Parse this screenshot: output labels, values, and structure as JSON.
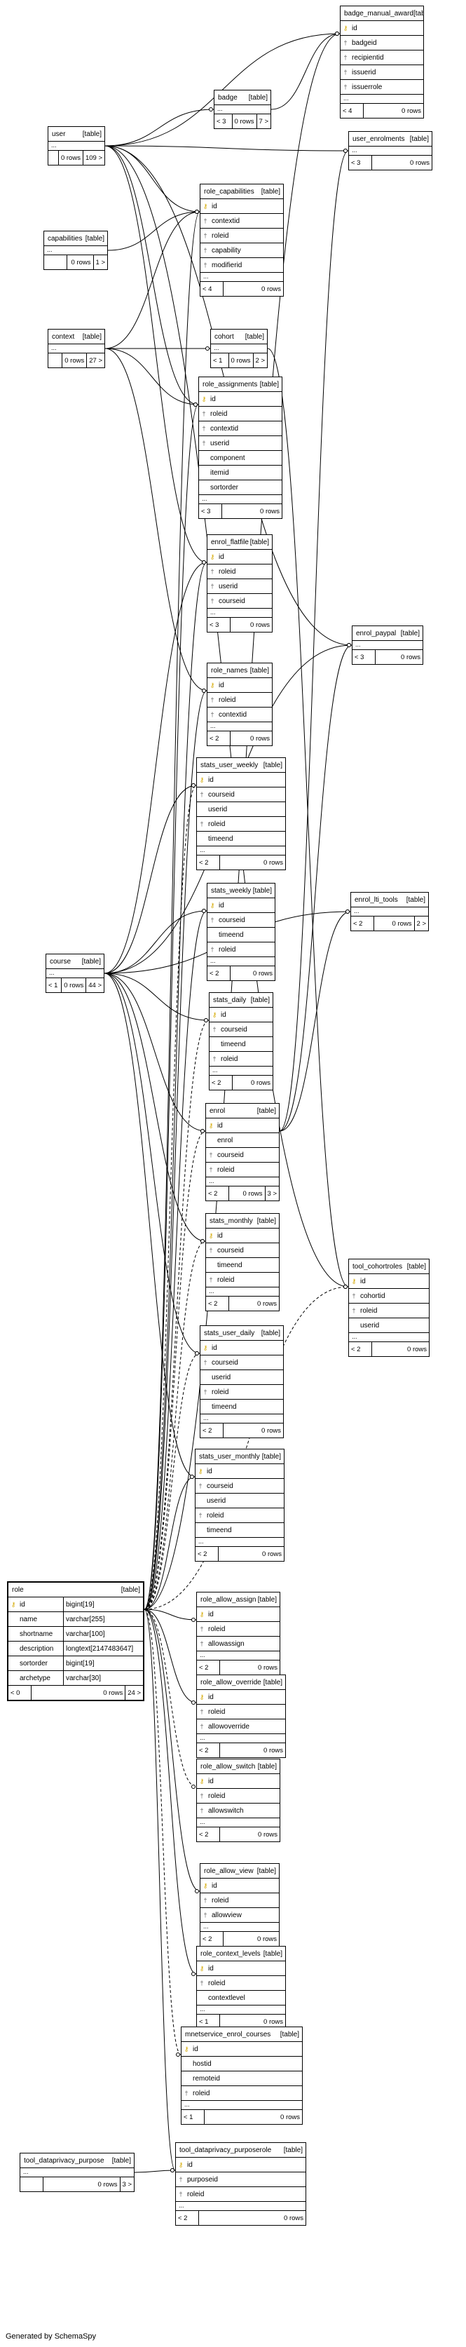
{
  "footer": "Generated by SchemaSpy",
  "tables": [
    {
      "id": "badge_manual_award",
      "name": "badge_manual_award",
      "kind": "[table]",
      "columns": [
        {
          "name": "id",
          "icon": "pk"
        },
        {
          "name": "badgeid",
          "icon": "fk"
        },
        {
          "name": "recipientid",
          "icon": "fk"
        },
        {
          "name": "issuerid",
          "icon": "fk"
        },
        {
          "name": "issuerrole",
          "icon": "fk"
        }
      ],
      "ellipsis": true,
      "footer": [
        "< 4",
        "0 rows"
      ]
    },
    {
      "id": "badge",
      "name": "badge",
      "kind": "[table]",
      "columns": [],
      "ellipsis": true,
      "footer": [
        "< 3",
        "0 rows",
        "7 >"
      ]
    },
    {
      "id": "user",
      "name": "user",
      "kind": "[table]",
      "columns": [],
      "ellipsis": true,
      "footer": [
        "",
        "0 rows",
        "109 >"
      ]
    },
    {
      "id": "user_enrolments",
      "name": "user_enrolments",
      "kind": "[table]",
      "columns": [],
      "ellipsis": true,
      "footer": [
        "< 3",
        "0 rows"
      ]
    },
    {
      "id": "role_capabilities",
      "name": "role_capabilities",
      "kind": "[table]",
      "columns": [
        {
          "name": "id",
          "icon": "pk"
        },
        {
          "name": "contextid",
          "icon": "fk"
        },
        {
          "name": "roleid",
          "icon": "fk"
        },
        {
          "name": "capability",
          "icon": "fk"
        },
        {
          "name": "modifierid",
          "icon": "fk"
        }
      ],
      "ellipsis": true,
      "footer": [
        "< 4",
        "0 rows"
      ]
    },
    {
      "id": "capabilities",
      "name": "capabilities",
      "kind": "[table]",
      "columns": [],
      "ellipsis": true,
      "footer": [
        "",
        "0 rows",
        "1 >"
      ]
    },
    {
      "id": "context",
      "name": "context",
      "kind": "[table]",
      "columns": [],
      "ellipsis": true,
      "footer": [
        "",
        "0 rows",
        "27 >"
      ]
    },
    {
      "id": "cohort",
      "name": "cohort",
      "kind": "[table]",
      "columns": [],
      "ellipsis": true,
      "footer": [
        "< 1",
        "0 rows",
        "2 >"
      ]
    },
    {
      "id": "role_assignments",
      "name": "role_assignments",
      "kind": "[table]",
      "columns": [
        {
          "name": "id",
          "icon": "pk"
        },
        {
          "name": "roleid",
          "icon": "fk"
        },
        {
          "name": "contextid",
          "icon": "fk"
        },
        {
          "name": "userid",
          "icon": "fk"
        },
        {
          "name": "component",
          "icon": ""
        },
        {
          "name": "itemid",
          "icon": ""
        },
        {
          "name": "sortorder",
          "icon": ""
        }
      ],
      "ellipsis": true,
      "footer": [
        "< 3",
        "0 rows"
      ]
    },
    {
      "id": "enrol_flatfile",
      "name": "enrol_flatfile",
      "kind": "[table]",
      "columns": [
        {
          "name": "id",
          "icon": "pk"
        },
        {
          "name": "roleid",
          "icon": "fk"
        },
        {
          "name": "userid",
          "icon": "fk"
        },
        {
          "name": "courseid",
          "icon": "fk"
        }
      ],
      "ellipsis": true,
      "footer": [
        "< 3",
        "0 rows"
      ]
    },
    {
      "id": "enrol_paypal",
      "name": "enrol_paypal",
      "kind": "[table]",
      "columns": [],
      "ellipsis": true,
      "footer": [
        "< 3",
        "0 rows"
      ]
    },
    {
      "id": "role_names",
      "name": "role_names",
      "kind": "[table]",
      "columns": [
        {
          "name": "id",
          "icon": "pk"
        },
        {
          "name": "roleid",
          "icon": "fk"
        },
        {
          "name": "contextid",
          "icon": "fk"
        }
      ],
      "ellipsis": true,
      "footer": [
        "< 2",
        "0 rows"
      ]
    },
    {
      "id": "stats_user_weekly",
      "name": "stats_user_weekly",
      "kind": "[table]",
      "columns": [
        {
          "name": "id",
          "icon": "pk"
        },
        {
          "name": "courseid",
          "icon": "fk"
        },
        {
          "name": "userid",
          "icon": ""
        },
        {
          "name": "roleid",
          "icon": "fk"
        },
        {
          "name": "timeend",
          "icon": ""
        }
      ],
      "ellipsis": true,
      "footer": [
        "< 2",
        "0 rows"
      ]
    },
    {
      "id": "stats_weekly",
      "name": "stats_weekly",
      "kind": "[table]",
      "columns": [
        {
          "name": "id",
          "icon": "pk"
        },
        {
          "name": "courseid",
          "icon": "fk"
        },
        {
          "name": "timeend",
          "icon": ""
        },
        {
          "name": "roleid",
          "icon": "fk"
        }
      ],
      "ellipsis": true,
      "footer": [
        "< 2",
        "0 rows"
      ]
    },
    {
      "id": "enrol_lti_tools",
      "name": "enrol_lti_tools",
      "kind": "[table]",
      "columns": [],
      "ellipsis": true,
      "footer": [
        "< 2",
        "0 rows",
        "2 >"
      ]
    },
    {
      "id": "course",
      "name": "course",
      "kind": "[table]",
      "columns": [],
      "ellipsis": true,
      "footer": [
        "< 1",
        "0 rows",
        "44 >"
      ]
    },
    {
      "id": "stats_daily",
      "name": "stats_daily",
      "kind": "[table]",
      "columns": [
        {
          "name": "id",
          "icon": "pk"
        },
        {
          "name": "courseid",
          "icon": "fk"
        },
        {
          "name": "timeend",
          "icon": ""
        },
        {
          "name": "roleid",
          "icon": "fk"
        }
      ],
      "ellipsis": true,
      "footer": [
        "< 2",
        "0 rows"
      ]
    },
    {
      "id": "enrol",
      "name": "enrol",
      "kind": "[table]",
      "columns": [
        {
          "name": "id",
          "icon": "pk"
        },
        {
          "name": "enrol",
          "icon": ""
        },
        {
          "name": "courseid",
          "icon": "fk"
        },
        {
          "name": "roleid",
          "icon": "fk"
        }
      ],
      "ellipsis": true,
      "footer": [
        "< 2",
        "0 rows",
        "3 >"
      ]
    },
    {
      "id": "stats_monthly",
      "name": "stats_monthly",
      "kind": "[table]",
      "columns": [
        {
          "name": "id",
          "icon": "pk"
        },
        {
          "name": "courseid",
          "icon": "fk"
        },
        {
          "name": "timeend",
          "icon": ""
        },
        {
          "name": "roleid",
          "icon": "fk"
        }
      ],
      "ellipsis": true,
      "footer": [
        "< 2",
        "0 rows"
      ]
    },
    {
      "id": "tool_cohortroles",
      "name": "tool_cohortroles",
      "kind": "[table]",
      "columns": [
        {
          "name": "id",
          "icon": "pk"
        },
        {
          "name": "cohortid",
          "icon": "fk"
        },
        {
          "name": "roleid",
          "icon": "fk"
        },
        {
          "name": "userid",
          "icon": ""
        }
      ],
      "ellipsis": true,
      "footer": [
        "< 2",
        "0 rows"
      ]
    },
    {
      "id": "stats_user_daily",
      "name": "stats_user_daily",
      "kind": "[table]",
      "columns": [
        {
          "name": "id",
          "icon": "pk"
        },
        {
          "name": "courseid",
          "icon": "fk"
        },
        {
          "name": "userid",
          "icon": ""
        },
        {
          "name": "roleid",
          "icon": "fk"
        },
        {
          "name": "timeend",
          "icon": ""
        }
      ],
      "ellipsis": true,
      "footer": [
        "< 2",
        "0 rows"
      ]
    },
    {
      "id": "stats_user_monthly",
      "name": "stats_user_monthly",
      "kind": "[table]",
      "columns": [
        {
          "name": "id",
          "icon": "pk"
        },
        {
          "name": "courseid",
          "icon": "fk"
        },
        {
          "name": "userid",
          "icon": ""
        },
        {
          "name": "roleid",
          "icon": "fk"
        },
        {
          "name": "timeend",
          "icon": ""
        }
      ],
      "ellipsis": true,
      "footer": [
        "< 2",
        "0 rows"
      ]
    },
    {
      "id": "role",
      "name": "role",
      "kind": "[table]",
      "focus": true,
      "columns": [
        {
          "name": "id",
          "icon": "pk",
          "type": "bigint[19]"
        },
        {
          "name": "name",
          "icon": "",
          "type": "varchar[255]"
        },
        {
          "name": "shortname",
          "icon": "",
          "type": "varchar[100]"
        },
        {
          "name": "description",
          "icon": "",
          "type": "longtext[2147483647]"
        },
        {
          "name": "sortorder",
          "icon": "",
          "type": "bigint[19]"
        },
        {
          "name": "archetype",
          "icon": "",
          "type": "varchar[30]"
        }
      ],
      "ellipsis": false,
      "footer": [
        "< 0",
        "0 rows",
        "24 >"
      ]
    },
    {
      "id": "role_allow_assign",
      "name": "role_allow_assign",
      "kind": "[table]",
      "columns": [
        {
          "name": "id",
          "icon": "pk"
        },
        {
          "name": "roleid",
          "icon": "fk"
        },
        {
          "name": "allowassign",
          "icon": "fk"
        }
      ],
      "ellipsis": true,
      "footer": [
        "< 2",
        "0 rows"
      ]
    },
    {
      "id": "role_allow_override",
      "name": "role_allow_override",
      "kind": "[table]",
      "columns": [
        {
          "name": "id",
          "icon": "pk"
        },
        {
          "name": "roleid",
          "icon": "fk"
        },
        {
          "name": "allowoverride",
          "icon": "fk"
        }
      ],
      "ellipsis": true,
      "footer": [
        "< 2",
        "0 rows"
      ]
    },
    {
      "id": "role_allow_switch",
      "name": "role_allow_switch",
      "kind": "[table]",
      "columns": [
        {
          "name": "id",
          "icon": "pk"
        },
        {
          "name": "roleid",
          "icon": "fk"
        },
        {
          "name": "allowswitch",
          "icon": "fk"
        }
      ],
      "ellipsis": true,
      "footer": [
        "< 2",
        "0 rows"
      ]
    },
    {
      "id": "role_allow_view",
      "name": "role_allow_view",
      "kind": "[table]",
      "columns": [
        {
          "name": "id",
          "icon": "pk"
        },
        {
          "name": "roleid",
          "icon": "fk"
        },
        {
          "name": "allowview",
          "icon": "fk"
        }
      ],
      "ellipsis": true,
      "footer": [
        "< 2",
        "0 rows"
      ]
    },
    {
      "id": "role_context_levels",
      "name": "role_context_levels",
      "kind": "[table]",
      "columns": [
        {
          "name": "id",
          "icon": "pk"
        },
        {
          "name": "roleid",
          "icon": "fk"
        },
        {
          "name": "contextlevel",
          "icon": ""
        }
      ],
      "ellipsis": true,
      "footer": [
        "< 1",
        "0 rows"
      ]
    },
    {
      "id": "mnetservice_enrol_courses",
      "name": "mnetservice_enrol_courses",
      "kind": "[table]",
      "columns": [
        {
          "name": "id",
          "icon": "pk"
        },
        {
          "name": "hostid",
          "icon": ""
        },
        {
          "name": "remoteid",
          "icon": ""
        },
        {
          "name": "roleid",
          "icon": "fk"
        }
      ],
      "ellipsis": true,
      "footer": [
        "< 1",
        "0 rows"
      ]
    },
    {
      "id": "tool_dataprivacy_purpose",
      "name": "tool_dataprivacy_purpose",
      "kind": "[table]",
      "columns": [],
      "ellipsis": true,
      "footer": [
        "",
        "0 rows",
        "3 >"
      ]
    },
    {
      "id": "tool_dataprivacy_purposerole",
      "name": "tool_dataprivacy_purposerole",
      "kind": "[table]",
      "columns": [
        {
          "name": "id",
          "icon": "pk"
        },
        {
          "name": "purposeid",
          "icon": "fk"
        },
        {
          "name": "roleid",
          "icon": "fk"
        }
      ],
      "ellipsis": true,
      "footer": [
        "< 2",
        "0 rows"
      ]
    }
  ]
}
